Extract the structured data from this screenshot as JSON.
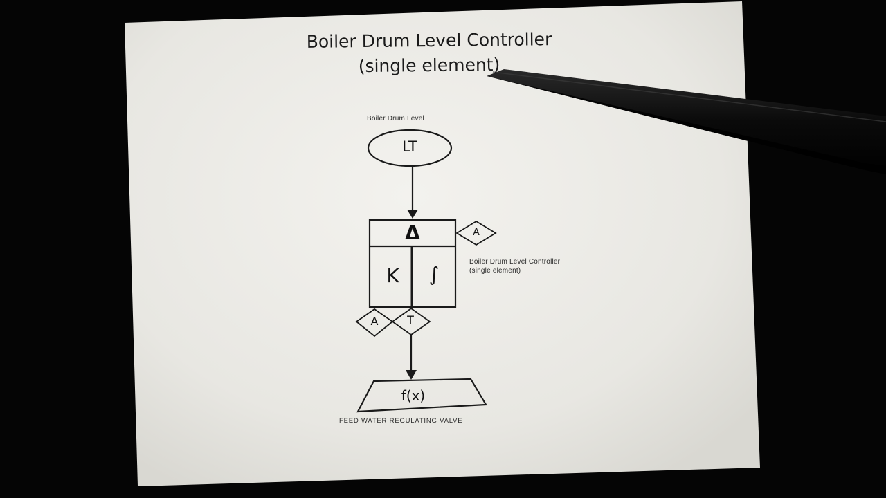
{
  "title_line1": "Boiler Drum Level Controller",
  "title_line2": "(single element)",
  "transmitter_label": "Boiler Drum Level",
  "transmitter_symbol": "LT",
  "controller_symbol_top": "Δ",
  "controller_symbol_k": "K",
  "controller_symbol_integral": "∫",
  "controller_tag_right": "A",
  "controller_label_line1": "Boiler Drum Level Controller",
  "controller_label_line2": "(single element)",
  "tag_left": "A",
  "tag_right": "T",
  "valve_symbol": "f(x)",
  "valve_label": "FEED WATER REGULATING VALVE",
  "colors": {
    "background": "#050505",
    "paper": "#ecebe6",
    "ink": "#1a1a1a",
    "pointer": "#0c0c0c"
  }
}
